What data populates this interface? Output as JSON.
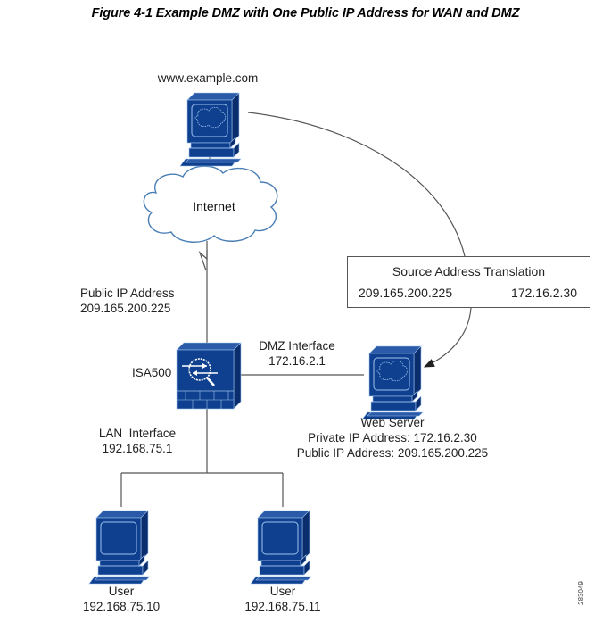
{
  "figure": {
    "title": "Figure 4-1 Example DMZ with One Public IP Address for WAN and DMZ",
    "figure_id": "283049"
  },
  "colors": {
    "device_blue": "#0f3f8f",
    "device_dark": "#0a2d6e",
    "device_highlight": "#9fc3ee",
    "cloud_outline": "#4a7fb5",
    "line": "#555555"
  },
  "nodes": {
    "external_server": {
      "label": "www.example.com",
      "icon": "web-server-icon"
    },
    "internet": {
      "label": "Internet",
      "icon": "cloud-icon"
    },
    "firewall": {
      "label": "ISA500",
      "icon": "firewall-icon"
    },
    "web_server": {
      "name": "Web Server",
      "private_ip": "Private IP Address: 172.16.2.30",
      "public_ip": "Public IP Address: 209.165.200.225",
      "icon": "web-server-icon"
    },
    "user1": {
      "name": "User",
      "ip": "192.168.75.10",
      "icon": "workstation-icon"
    },
    "user2": {
      "name": "User",
      "ip": "192.168.75.11",
      "icon": "workstation-icon"
    }
  },
  "labels": {
    "wan": {
      "line1": "Public IP Address",
      "line2": "209.165.200.225"
    },
    "dmz": {
      "line1": "DMZ Interface",
      "line2": "172.16.2.1"
    },
    "lan": {
      "line1": "LAN  Interface",
      "line2": "192.168.75.1"
    }
  },
  "nat": {
    "title": "Source Address Translation",
    "from": "209.165.200.225",
    "to": "172.16.2.30"
  }
}
